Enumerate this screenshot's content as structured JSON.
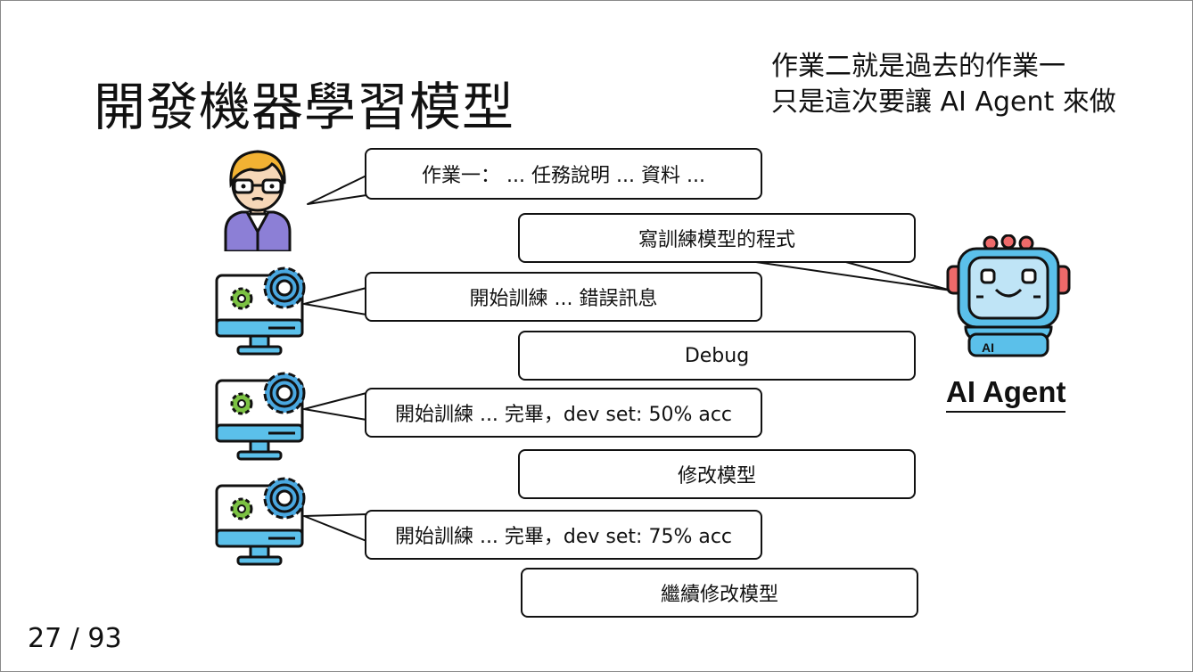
{
  "slide": {
    "title": "開發機器學習模型",
    "note_line1": "作業二就是過去的作業一",
    "note_line2": "只是這次要讓 AI Agent 來做",
    "page_number": "27 / 93"
  },
  "bubbles": {
    "homework": "作業一： ... 任務說明 ... 資料 ...",
    "write_code": "寫訓練模型的程式",
    "error": "開始訓練 ... 錯誤訊息",
    "debug": "Debug",
    "result1": "開始訓練 ... 完畢，dev set: 50% acc",
    "modify": "修改模型",
    "result2": "開始訓練 ... 完畢，dev set: 75% acc",
    "continue": "繼續修改模型"
  },
  "agent": {
    "label": "AI Agent",
    "chest_text": "AI"
  },
  "icons": {
    "person": "student-icon",
    "computer": "computer-gears-icon",
    "robot": "robot-icon"
  },
  "colors": {
    "hair": "#f2b233",
    "shirt": "#8c7fd6",
    "screen": "#5bc0ea",
    "gear": "#4aa8e0",
    "small_gear": "#7cc243",
    "robot_face": "#bfe4f6",
    "robot_antenna": "#ee6a6a"
  }
}
